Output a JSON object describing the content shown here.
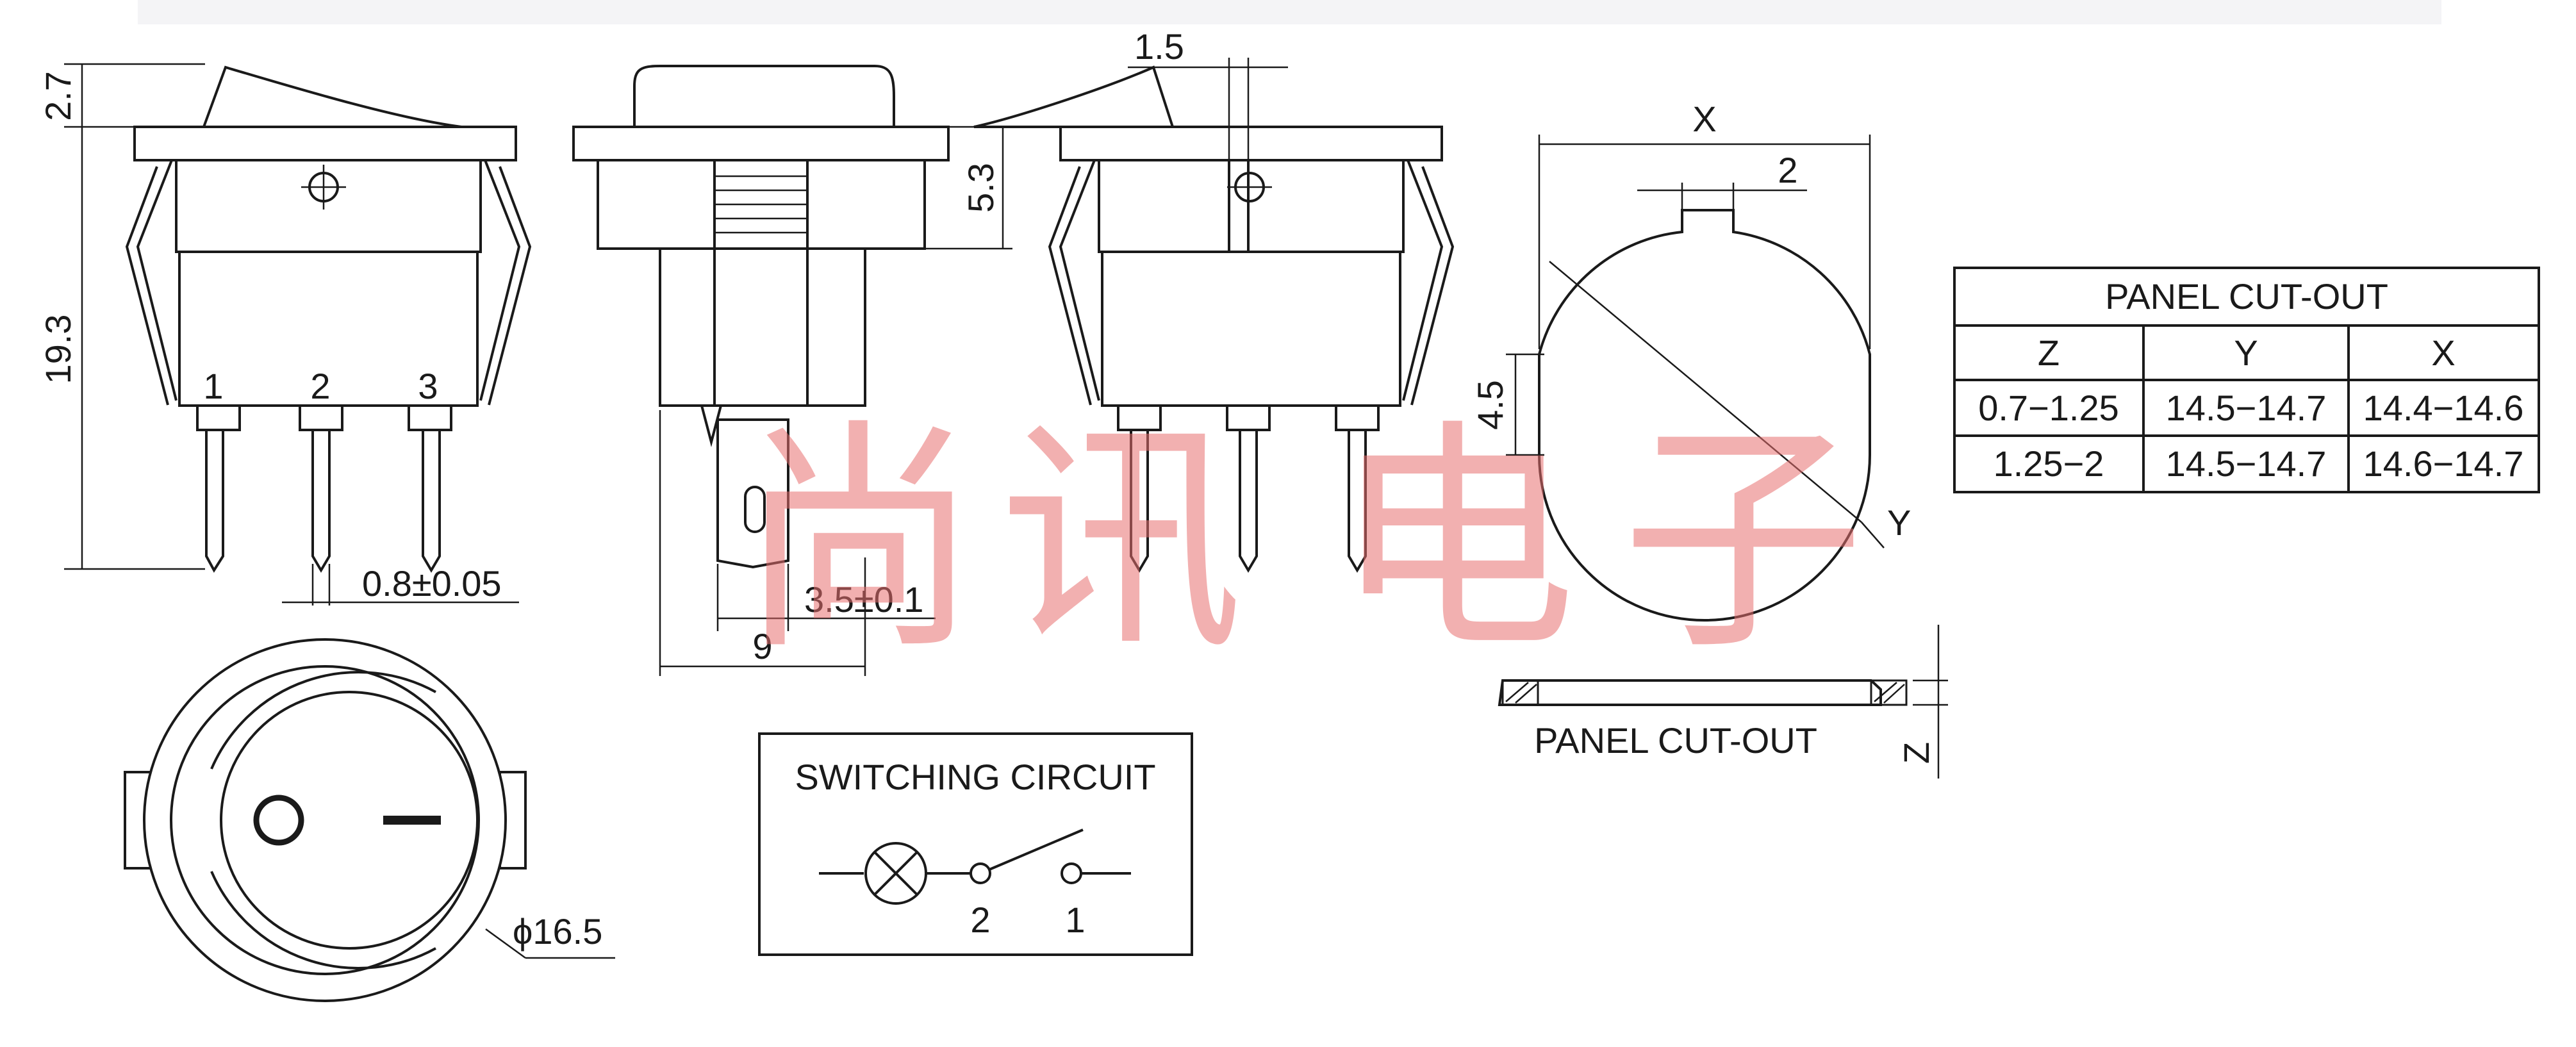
{
  "dimensions": {
    "rocker_height": "2.7",
    "total_height": "19.3",
    "body_step": "5.3",
    "rocker_offset": "1.5",
    "pin_width": "0.8±0.05",
    "pin_spacing": "3.5±0.1",
    "pin_depth": "9",
    "diameter": "ϕ16.5",
    "cutout_width": "X",
    "key_width": "2",
    "flat_height": "4.5",
    "cutout_diameter": "Y",
    "panel_thickness": "Z"
  },
  "pins": [
    "1",
    "2",
    "3"
  ],
  "front_view_marks": {
    "off_symbol": "circle",
    "on_symbol": "bar"
  },
  "panel_section_label": "PANEL CUT-OUT",
  "circuit": {
    "title": "SWITCHING CIRCUIT",
    "terminal_labels": [
      "2",
      "1"
    ]
  },
  "cutout_table": {
    "title": "PANEL CUT-OUT",
    "headers": [
      "Z",
      "Y",
      "X"
    ],
    "rows": [
      [
        "0.7−1.25",
        "14.5−14.7",
        "14.4−14.6"
      ],
      [
        "1.25−2",
        "14.5−14.7",
        "14.6−14.7"
      ]
    ]
  },
  "watermark": {
    "chars": [
      "尚",
      "讯",
      "电",
      "子"
    ],
    "color": "#e87070"
  }
}
